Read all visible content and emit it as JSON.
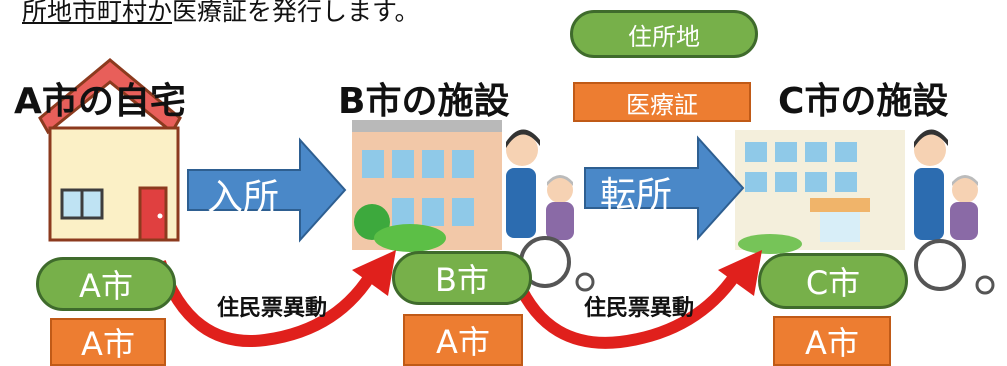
{
  "caption": {
    "underlined": "所地市町村か",
    "rest": "医療証を発行します。"
  },
  "legend": {
    "address": "住所地",
    "medical_card": "医療証"
  },
  "locations": [
    {
      "title": "A市の自宅",
      "address": "A市",
      "card": "A市"
    },
    {
      "title": "B市の施設",
      "address": "B市",
      "card": "A市"
    },
    {
      "title": "C市の施設",
      "address": "C市",
      "card": "A市"
    }
  ],
  "transitions": [
    {
      "label": "入所",
      "move": "住民票異動"
    },
    {
      "label": "転所",
      "move": "住民票異動"
    }
  ],
  "colors": {
    "green": "#77b04a",
    "orange": "#ed7d31",
    "blue": "#4a88c8",
    "red": "#e0201c"
  }
}
